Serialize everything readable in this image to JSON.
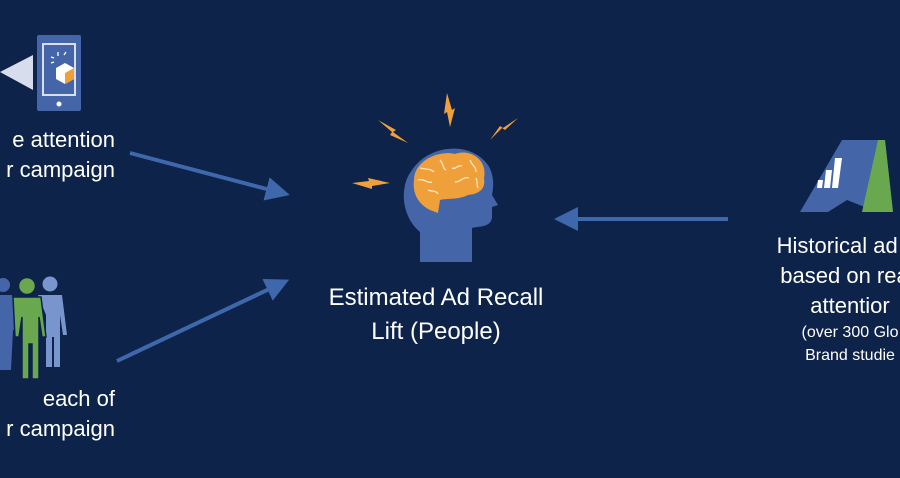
{
  "inputs": {
    "attention": {
      "line1": "e attention",
      "line2": "r campaign",
      "icon": "mobile-ad-icon"
    },
    "reach": {
      "line1": "each of",
      "line2": "r campaign",
      "icon": "people-icon"
    }
  },
  "output": {
    "line1": "Estimated Ad Recall",
    "line2": "Lift (People)",
    "icon": "brain-head-icon"
  },
  "benchmark": {
    "line1": "Historical ad re",
    "line2": "based on reac",
    "line3": "attentior",
    "note1": "(over 300 Glo",
    "note2": "Brand studie",
    "icon": "brand-lift-logo-icon"
  },
  "colors": {
    "background": "#0d234a",
    "blue": "#4466a8",
    "orange": "#f0a03a",
    "green": "#6aa84f",
    "arrow": "#3f68ac"
  }
}
